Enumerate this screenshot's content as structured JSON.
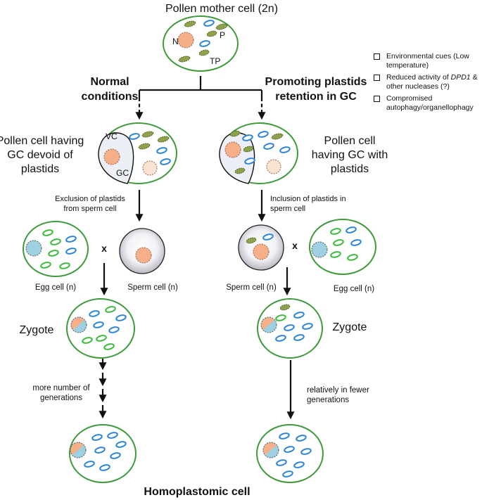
{
  "labels": {
    "pollen_mother": "Pollen mother cell (2n)",
    "nucleus_N": "N",
    "plastid_P": "P",
    "plastid_TP": "TP",
    "normal_line1": "Normal",
    "normal_line2": "conditions",
    "promoting_line1": "Promoting plastids",
    "promoting_line2": "retention in GC",
    "left_pollen_line1": "Pollen cell having",
    "left_pollen_line2": "GC devoid of",
    "left_pollen_line3": "plastids",
    "right_pollen_line1": "Pollen cell",
    "right_pollen_line2": "having GC with",
    "right_pollen_line3": "plastids",
    "vc": "VC",
    "gc": "GC",
    "exclusion_line1": "Exclusion of plastids",
    "exclusion_line2": "from sperm cell",
    "inclusion_line1": "Inclusion of plastids in",
    "inclusion_line2": "sperm cell",
    "cross": "x",
    "egg_cell": "Egg cell (n)",
    "sperm_cell": "Sperm cell (n)",
    "zygote": "Zygote",
    "more_gen_line1": "more number of",
    "more_gen_line2": "generations",
    "fewer_gen_line1": "relatively in fewer",
    "fewer_gen_line2": "generations",
    "homoplastomic": "Homoplastomic cell"
  },
  "legend": [
    {
      "text": "Environmental cues (Low temperature)"
    },
    {
      "text_before": "Reduced activity of ",
      "text_italic": "DPD1",
      "text_after": " & other nucleases (?)"
    },
    {
      "text": "Compromised autophagy/organellophagy"
    }
  ],
  "colors": {
    "cell_border": "#3f9a3c",
    "nucleus_orange": "#f5b08a",
    "nucleus_light": "#fbe3d3",
    "nucleus_blue": "#9dd0e0",
    "plastid_olive": "#8da24a",
    "plastid_green": "#3dbb3e",
    "plastid_blue": "#2f86d8",
    "sperm_gray": "#c9c7d1"
  }
}
